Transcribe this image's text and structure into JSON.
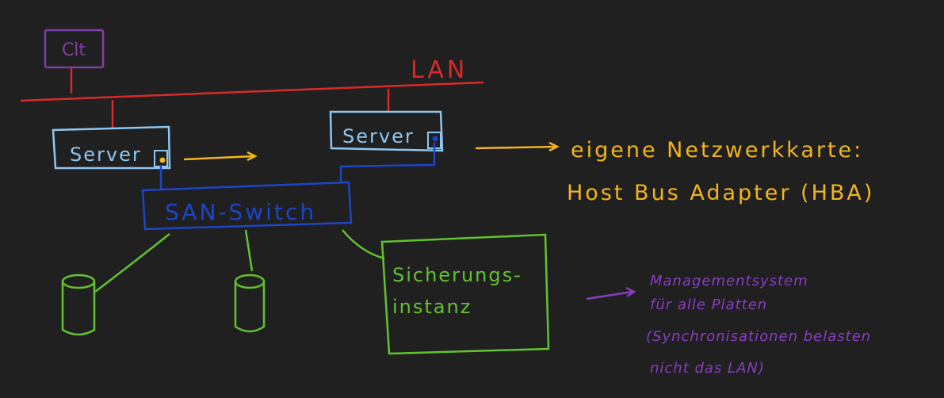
{
  "colors": {
    "background": "#202020",
    "client": "#7d3fa3",
    "lan": "#d82a2a",
    "server": "#8ec6f2",
    "san": "#1c45c9",
    "storage": "#63c22f",
    "hba": "#f2b61c",
    "management": "#8a3cc4"
  },
  "client": {
    "label": "Clt"
  },
  "lan": {
    "label": "LAN"
  },
  "servers": [
    {
      "label": "Server"
    },
    {
      "label": "Server"
    }
  ],
  "san_switch": {
    "label": "SAN-Switch"
  },
  "backup": {
    "line1": "Sicherungs-",
    "line2": "instanz"
  },
  "hba_note": {
    "line1": "eigene Netzwerkkarte:",
    "line2": "Host Bus Adapter (HBA)"
  },
  "management_note": {
    "line1": "Managementsystem",
    "line2": "für alle Platten",
    "line3": "(Synchronisationen belasten",
    "line4": "nicht das LAN)"
  },
  "icons": [
    "disk-cylinder-icon",
    "arrow-right-icon"
  ]
}
